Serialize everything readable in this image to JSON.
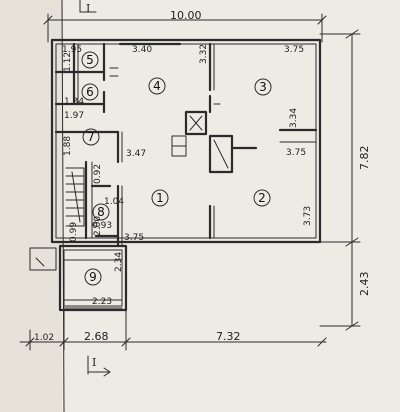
{
  "overall": {
    "width_top": "10.00",
    "height_right": "7.82",
    "extension_right": "2.43",
    "bottom_segments": [
      "1.02",
      "2.68",
      "7.32"
    ]
  },
  "section_markers": {
    "top": "I",
    "bottom": "I"
  },
  "rooms": [
    "1",
    "2",
    "3",
    "4",
    "5",
    "6",
    "7",
    "8",
    "9"
  ],
  "dimensions": {
    "d_195": "1.95",
    "d_340": "3.40",
    "d_332": "3.32",
    "d_375_top": "3.75",
    "d_112": "1.12",
    "d_134": "1.34",
    "d_197": "1.97",
    "d_188": "1.88",
    "d_347": "3.47",
    "d_334": "3.34",
    "d_375_mid": "3.75",
    "d_092": "0.92",
    "d_104": "1.04",
    "d_200": "2.00",
    "d_093": "0.93",
    "d_099": "0.99",
    "d_375_low": "3.75",
    "d_373": "3.73",
    "d_234": "2.34",
    "d_223": "2.23"
  }
}
